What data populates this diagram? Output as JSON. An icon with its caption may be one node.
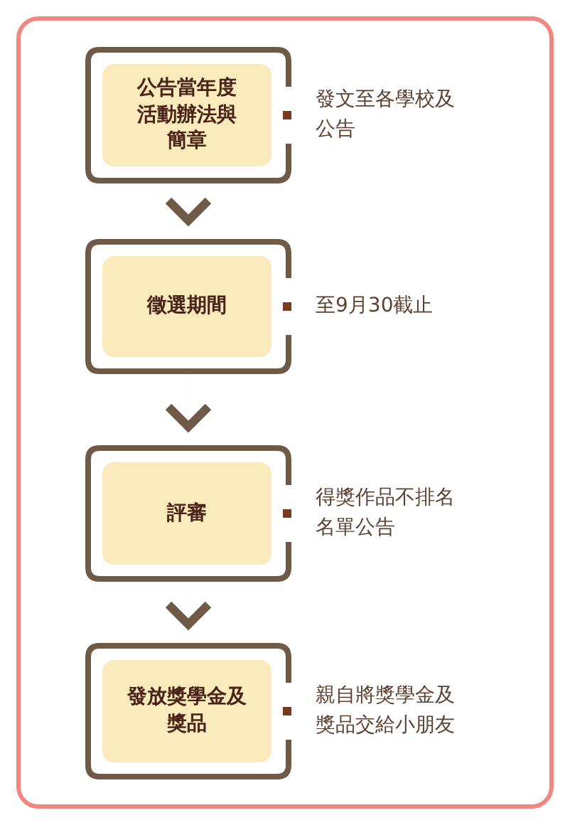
{
  "diagram": {
    "nodes": [
      {
        "text": [
          "公告當年度活動辦法與簡章"
        ],
        "beside": [
          "發文至各學校及公告"
        ]
      },
      {
        "text": [
          "徵選期間"
        ],
        "beside": [
          "至9月30截止"
        ]
      },
      {
        "text": [
          "評審"
        ],
        "beside": [
          "得獎作品不排名名單公告"
        ]
      },
      {
        "text": [
          "發放獎學金及獎品"
        ],
        "beside": [
          "親自將獎學金及獎品交給小朋友"
        ]
      }
    ],
    "edges": [
      {
        "from": 0,
        "to": 1,
        "arrow": "to"
      },
      {
        "from": 1,
        "to": 2,
        "arrow": "to"
      },
      {
        "from": 2,
        "to": 3,
        "arrow": "to"
      }
    ]
  }
}
